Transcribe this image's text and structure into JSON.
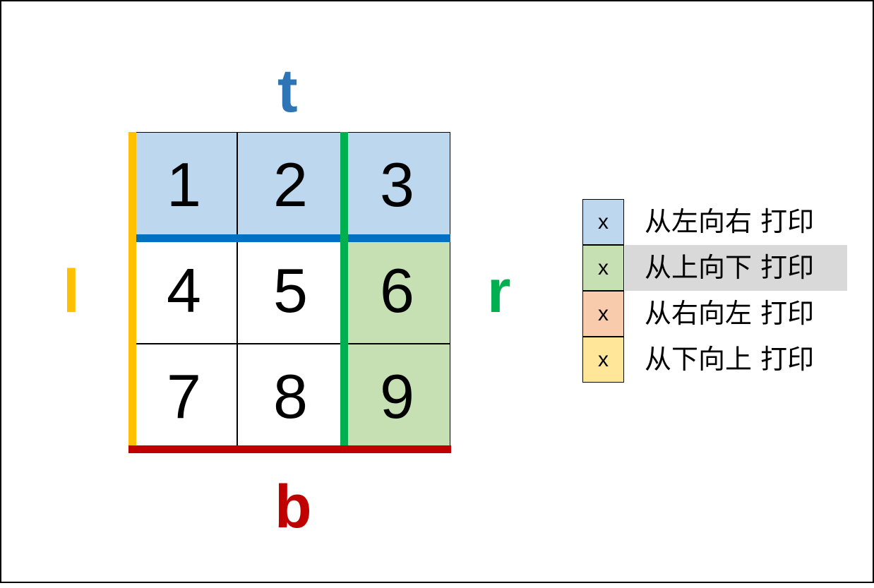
{
  "labels": {
    "top": "t",
    "bottom": "b",
    "left": "l",
    "right": "r"
  },
  "colors": {
    "top_fill": "#bdd7ee",
    "right_fill": "#c6e0b4",
    "bottom_fill": "#f8cbad",
    "left_fill": "#ffe699",
    "top_line": "#0070c0",
    "right_line": "#00b050",
    "bottom_line": "#c00000",
    "left_line": "#ffc000",
    "label_top": "#2e75b6",
    "label_right": "#00b050",
    "label_bottom": "#c00000",
    "label_left": "#ffc000",
    "highlight_row": "#d9d9d9"
  },
  "grid": {
    "cells": [
      "1",
      "2",
      "3",
      "4",
      "5",
      "6",
      "7",
      "8",
      "9"
    ]
  },
  "legend": {
    "items": [
      {
        "symbol": "x",
        "text": "从左向右 打印"
      },
      {
        "symbol": "x",
        "text": "从上向下 打印"
      },
      {
        "symbol": "x",
        "text": "从右向左 打印"
      },
      {
        "symbol": "x",
        "text": "从下向上 打印"
      }
    ]
  }
}
